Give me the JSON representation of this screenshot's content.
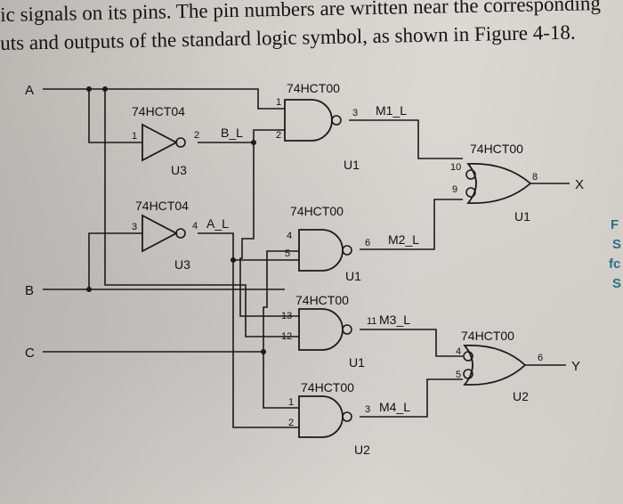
{
  "text_lines": [
    "ic signals on its pins. The pin numbers are written near the corresponding",
    "uts and outputs of the standard logic symbol, as shown in Figure 4-18."
  ],
  "inputs": {
    "a": "A",
    "b": "B",
    "c": "C"
  },
  "outputs": {
    "x": "X",
    "y": "Y"
  },
  "chips": {
    "inv1": "74HCT04",
    "inv2": "74HCT04",
    "nand1": "74HCT00",
    "nand2": "74HCT00",
    "nand3": "74HCT00",
    "nand4": "74HCT00",
    "or1": "74HCT00",
    "or2": "74HCT00"
  },
  "units": {
    "inv1": "U3",
    "inv2": "U3",
    "nand1": "U1",
    "nand2": "U1",
    "nand3": "U1",
    "nand4": "U2",
    "or1": "U1",
    "or2": "U2"
  },
  "signals": {
    "bl": "B_L",
    "al": "A_L",
    "m1": "M1_L",
    "m2": "M2_L",
    "m3": "M3_L",
    "m4": "M4_L"
  },
  "pins": {
    "inv1_in": "1",
    "inv1_out": "2",
    "inv2_in": "3",
    "inv2_out": "4",
    "nand1_a": "1",
    "nand1_b": "2",
    "nand1_out": "3",
    "nand2_a": "4",
    "nand2_b": "5",
    "nand2_out": "6",
    "nand3_a": "13",
    "nand3_b": "12",
    "nand3_out": "11",
    "nand4_a": "1",
    "nand4_b": "2",
    "nand4_out": "3",
    "or1_a": "10",
    "or1_b": "9",
    "or1_out": "8",
    "or2_a": "4",
    "or2_b": "5",
    "or2_out": "6"
  },
  "edge_letters": [
    "F",
    "S",
    "fc",
    "S"
  ]
}
